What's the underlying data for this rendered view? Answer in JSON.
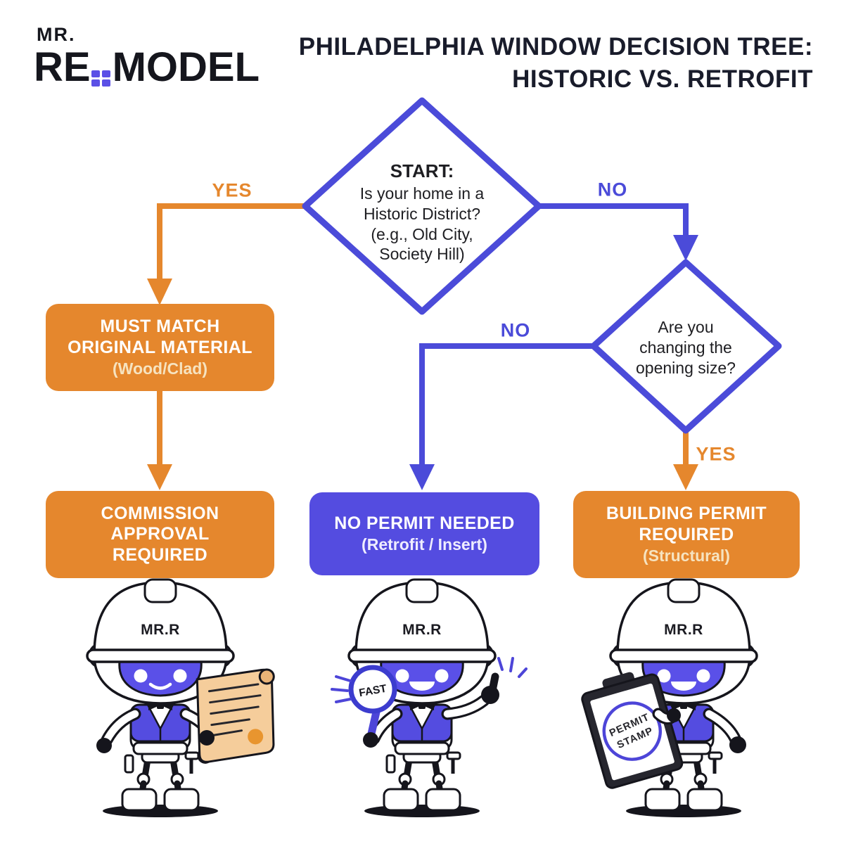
{
  "colors": {
    "orange": "#E5872D",
    "purple-line": "#4B4BD9",
    "purple-box": "#544CE0",
    "navy": "#191C2B",
    "cream": "#F6E3C0",
    "robot-face": "#5A50E8",
    "scroll-tan": "#F5CD9B"
  },
  "logo": {
    "top": "MR.",
    "part1": "RE",
    "part2": "MODEL",
    "window_icon": "window-grid-icon"
  },
  "header": {
    "title": "PHILADELPHIA WINDOW DECISION TREE:\nHISTORIC VS. RETROFIT"
  },
  "flow": {
    "start": {
      "heading": "START:",
      "question": "Is your home in a\nHistoric District?\n(e.g., Old City,\nSociety Hill)"
    },
    "decision2": {
      "question": "Are you\nchanging the\nopening size?"
    },
    "edges": {
      "yes1": "YES",
      "no1": "NO",
      "no2": "NO",
      "yes2": "YES"
    },
    "boxes": {
      "must_match": {
        "title": "MUST MATCH\nORIGINAL MATERIAL",
        "subtitle": "(Wood/Clad)"
      },
      "commission": {
        "title": "COMMISSION\nAPPROVAL\nREQUIRED"
      },
      "no_permit": {
        "title": "NO PERMIT NEEDED",
        "subtitle": "(Retrofit / Insert)"
      },
      "building_permit": {
        "title": "BUILDING PERMIT\nREQUIRED",
        "subtitle": "(Structural)"
      }
    }
  },
  "robots": [
    {
      "hat_label": "MR.R",
      "accessory": "scroll-certificate"
    },
    {
      "hat_label": "MR.R",
      "accessory": "magnifier",
      "magnifier_label": "FAST"
    },
    {
      "hat_label": "MR.R",
      "accessory": "clipboard",
      "stamp_line1": "PERMIT",
      "stamp_line2": "STAMP"
    }
  ]
}
